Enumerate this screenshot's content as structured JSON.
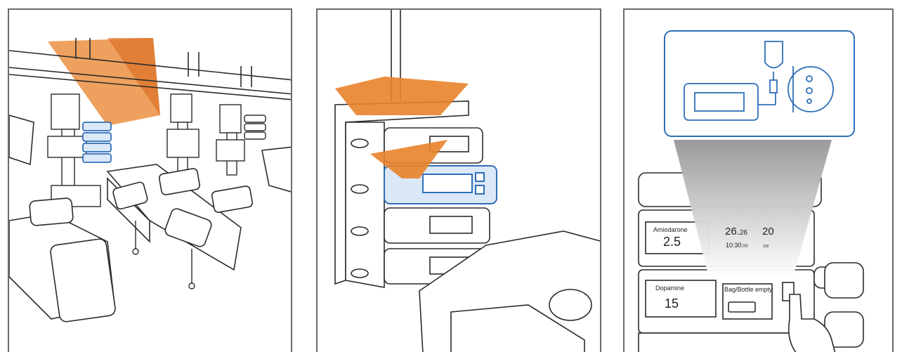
{
  "colors": {
    "highlight_orange": "#e8822a",
    "device_blue": "#2f6fb8",
    "line": "#2b2b2b",
    "frame": "#6b6b6b",
    "callout_border": "#2f6fb8"
  },
  "panel3": {
    "pump_top": {
      "drug": "Amiodarone",
      "rate": "2.5",
      "volume_main": "26.",
      "volume_small": "26",
      "limit": "20",
      "time_main": "10:30:",
      "time_small": "00",
      "unit_small": "100"
    },
    "pump_bottom": {
      "drug": "Dopamine",
      "rate": "15",
      "alarm_text": "Bag/Bottle empty"
    }
  },
  "icons": [
    "infusion-pump-icon",
    "infusion-bag-icon",
    "pointing-hand-icon"
  ]
}
